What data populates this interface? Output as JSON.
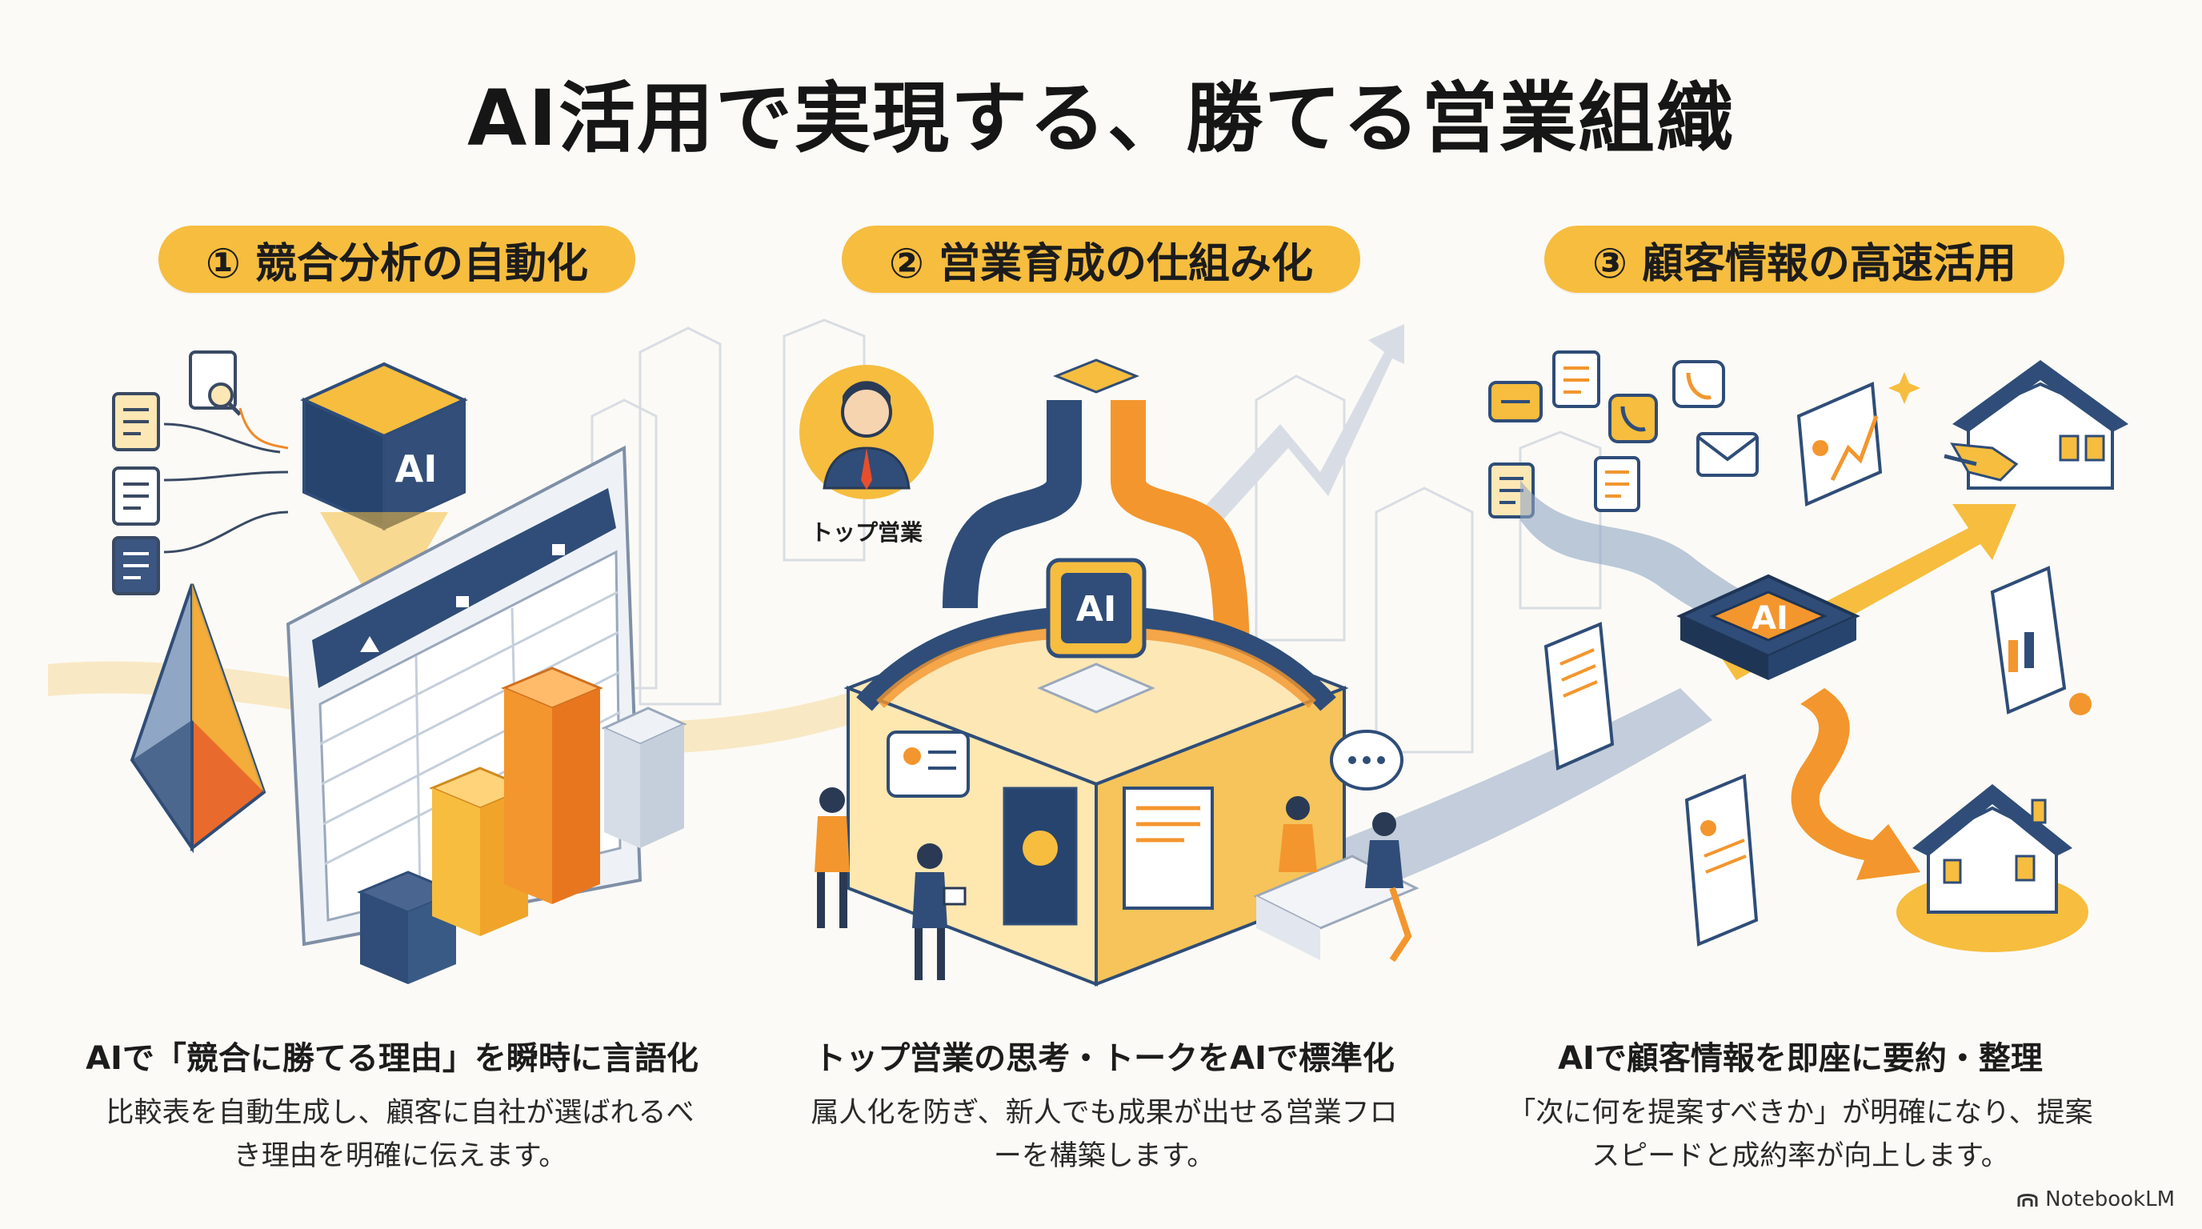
{
  "title": "AI活用で実現する、勝てる営業組織",
  "sections": [
    {
      "badge": "① 競合分析の自動化",
      "headline": "AIで「競合に勝てる理由」を瞬時に言語化",
      "body": "比較表を自動生成し、顧客に自社が選ばれるべき理由を明確に伝えます。",
      "ai_label": "AI"
    },
    {
      "badge": "② 営業育成の仕組み化",
      "headline": "トップ営業の思考・トークをAIで標準化",
      "body": "属人化を防ぎ、新人でも成果が出せる営業フローを構築します。",
      "ai_label": "AI",
      "avatar_label": "トップ営業"
    },
    {
      "badge": "③ 顧客情報の高速活用",
      "headline": "AIで顧客情報を即座に要約・整理",
      "body": "「次に何を提案すべきか」が明確になり、提案スピードと成約率が向上します。",
      "ai_label": "AI"
    }
  ],
  "brand": "NotebookLM",
  "colors": {
    "accent": "#f6bd3f",
    "orange": "#ee8a2c",
    "navy": "#2f4d78",
    "light_navy": "#8fa6c4"
  }
}
